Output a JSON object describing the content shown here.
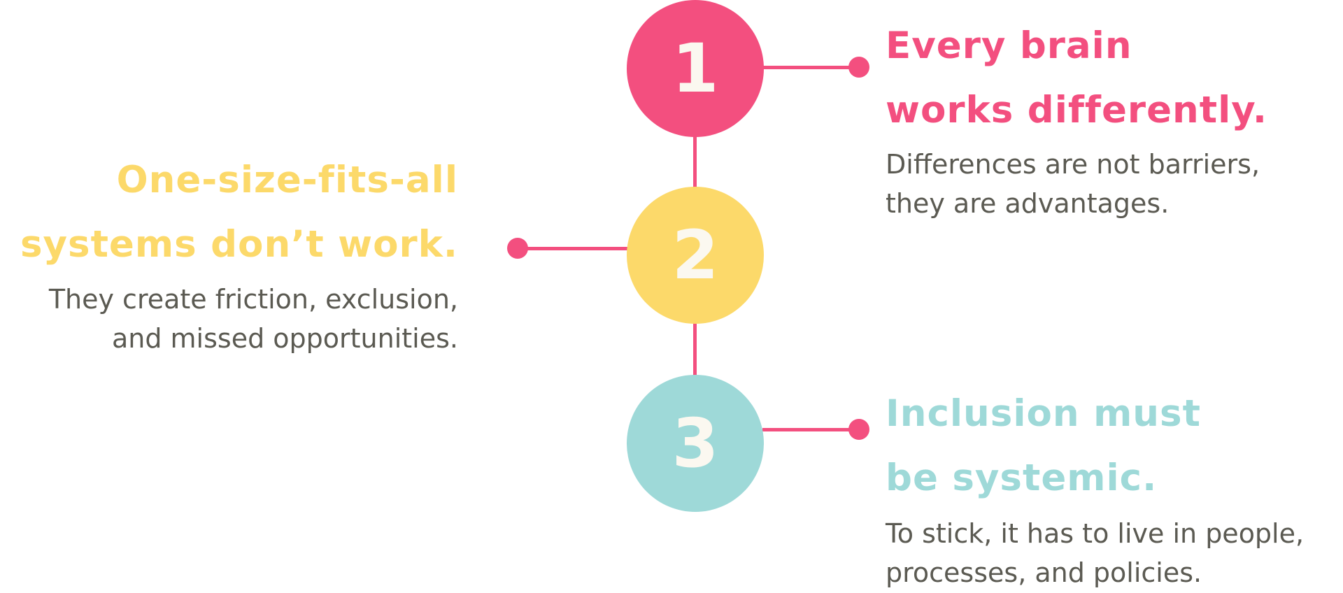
{
  "colors": {
    "pink": "#F34F7F",
    "yellow": "#FCD96A",
    "teal": "#9ED9D8",
    "text": "#5B5A52"
  },
  "steps": [
    {
      "number": "1",
      "title_line1": "Every brain",
      "title_line2": "works differently.",
      "body_line1": "Differences are not barriers,",
      "body_line2": "they are advantages."
    },
    {
      "number": "2",
      "title_line1": "One-size-fits-all",
      "title_line2": "systems don’t work.",
      "body_line1": "They create friction, exclusion,",
      "body_line2": "and missed opportunities."
    },
    {
      "number": "3",
      "title_line1": "Inclusion must",
      "title_line2": "be systemic.",
      "body_line1": "To stick, it has to live in people,",
      "body_line2": "processes, and policies."
    }
  ]
}
